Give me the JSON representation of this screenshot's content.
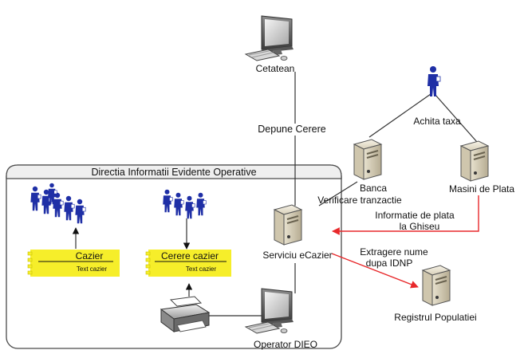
{
  "nodes": {
    "cetatean": "Cetatean",
    "banca": "Banca",
    "masini_plata": "Masini de Plata",
    "serviciu": "Serviciu eCazier",
    "registrul": "Registrul Populatiei",
    "operator": "Operator DIEO"
  },
  "edges": {
    "depune_cerere": "Depune Cerere",
    "achita_taxa": "Achita taxa",
    "verificare": "Verificare tranzactie",
    "info_plata_1": "Informatie de plata",
    "info_plata_2": "la Ghiseu",
    "extragere_1": "Extragere nume",
    "extragere_2": "dupa IDNP"
  },
  "directia": {
    "title": "Directia Informatii Evidente Operative"
  },
  "docs": {
    "cazier": {
      "title": "Cazier",
      "subtitle": "Text cazier"
    },
    "cerere": {
      "title": "Cerere cazier",
      "subtitle": "Text cazier"
    }
  },
  "colors": {
    "red_link": "#e8292b",
    "doc_yellow": "#f6ee2a",
    "person_blue": "#1f2fa6"
  },
  "icons": {
    "computer": "computer-monitor-icon",
    "server": "server-tower-icon",
    "printer": "printer-icon",
    "person": "person-icon",
    "group": "people-group-icon"
  }
}
